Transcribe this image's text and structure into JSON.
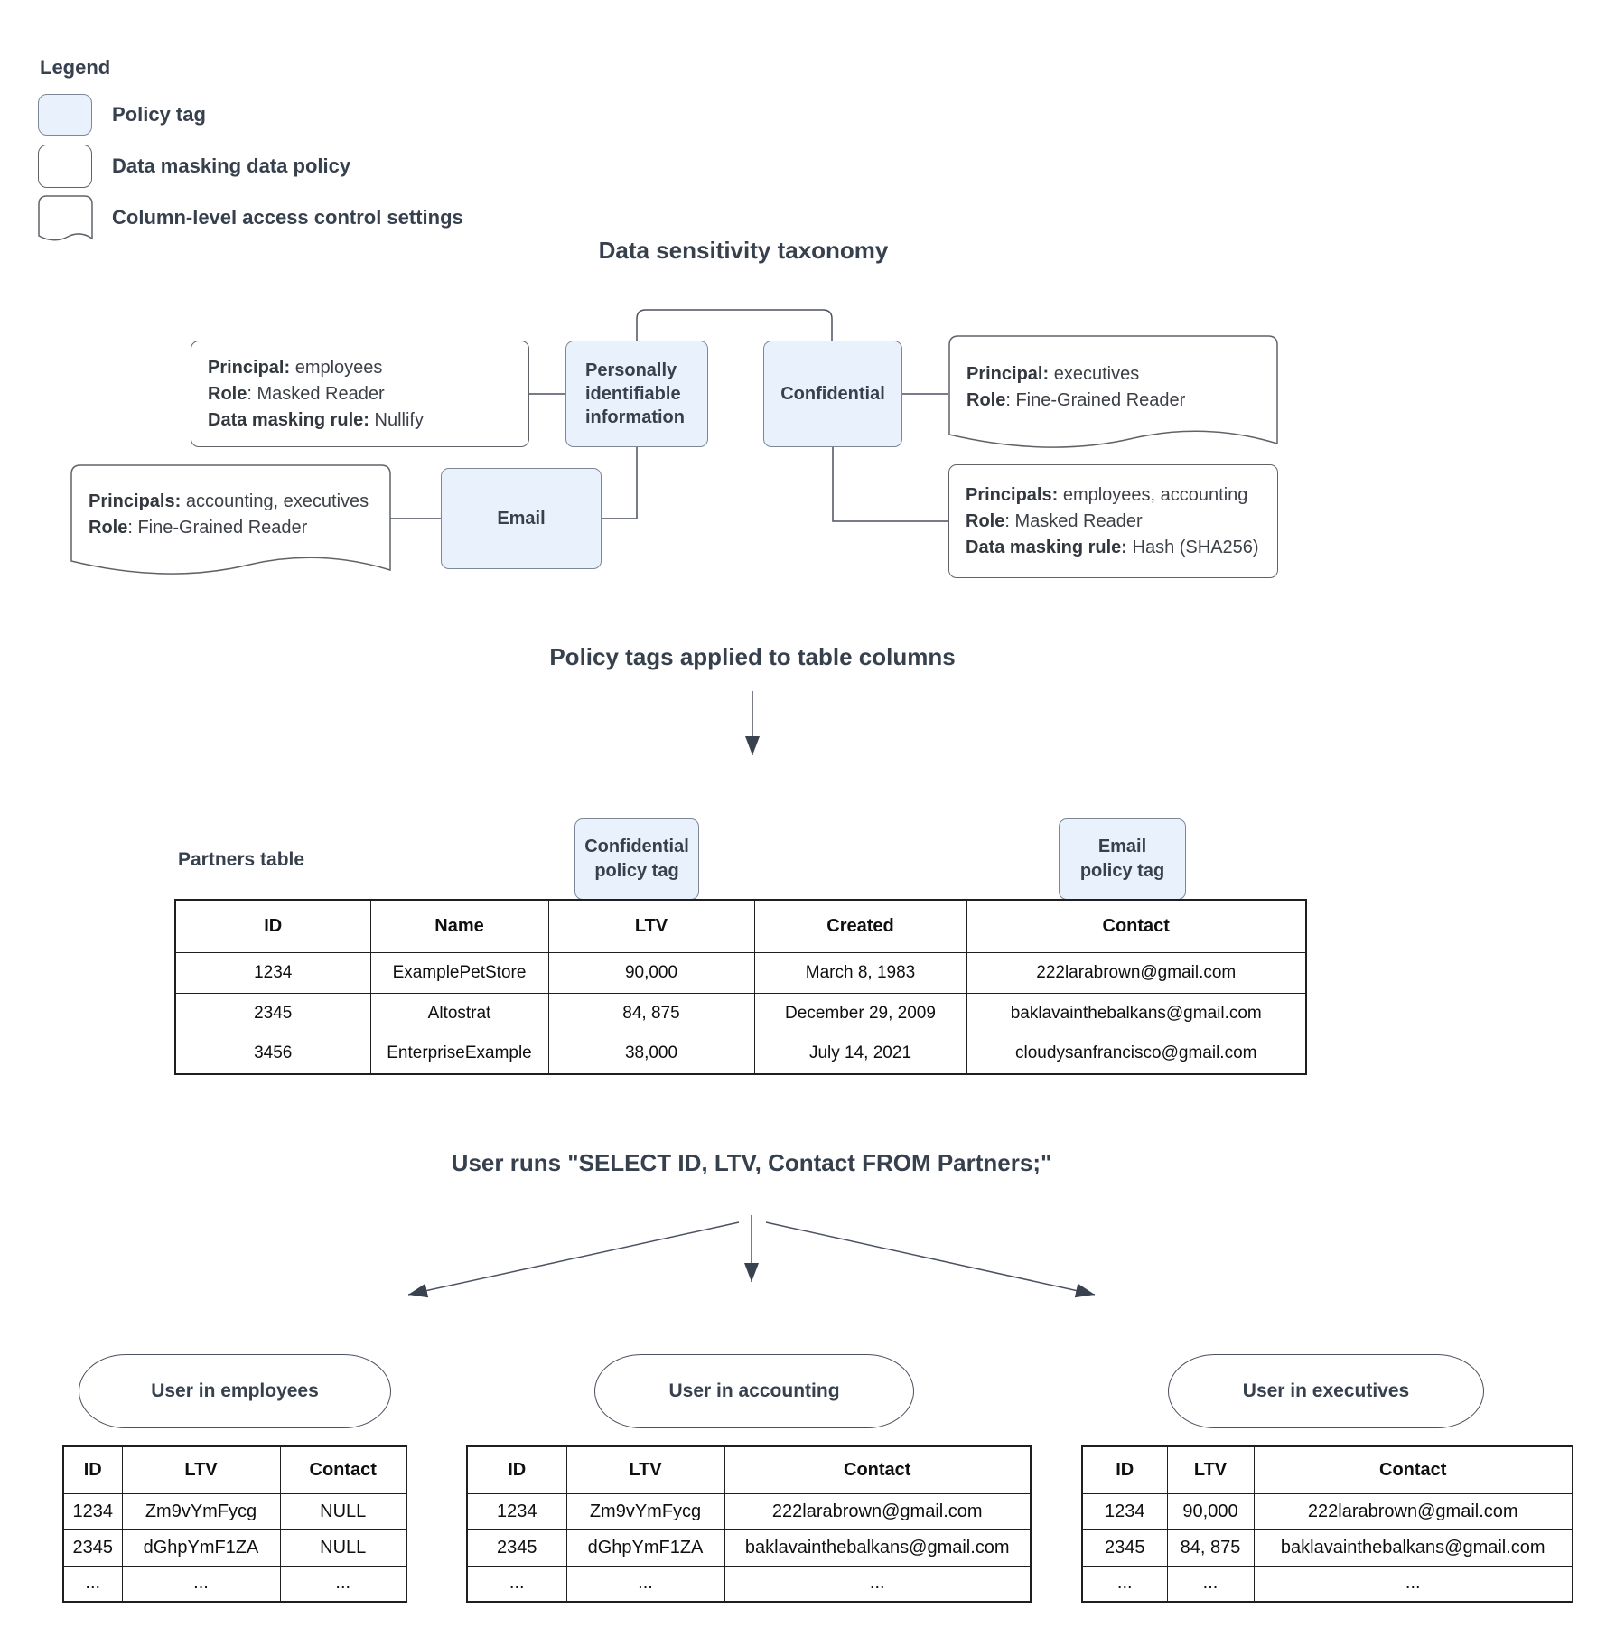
{
  "legend": {
    "title": "Legend",
    "items": [
      {
        "label": "Policy tag"
      },
      {
        "label": "Data masking data policy"
      },
      {
        "label": "Column-level access control settings"
      }
    ]
  },
  "taxonomy": {
    "title": "Data sensitivity taxonomy",
    "pii_label": "Personally identifiable information",
    "confidential_label": "Confidential",
    "email_label": "Email",
    "masking_employees": {
      "l1b": "Principal:",
      "l1r": " employees",
      "l2b": "Role",
      "l2r": ": Masked Reader",
      "l3b": "Data masking rule:",
      "l3r": " Nullify"
    },
    "access_executives": {
      "l1b": "Principal:",
      "l1r": " executives",
      "l2b": "Role",
      "l2r": ": Fine-Grained Reader"
    },
    "access_acct_exec": {
      "l1b": "Principals:",
      "l1r": " accounting, executives",
      "l2b": "Role",
      "l2r": ": Fine-Grained Reader"
    },
    "masking_emp_acct": {
      "l1b": "Principals:",
      "l1r": " employees, accounting",
      "l2b": "Role",
      "l2r": ": Masked Reader",
      "l3b": "Data masking rule:",
      "l3r": " Hash (SHA256)"
    }
  },
  "applied": {
    "title": "Policy tags applied to table columns",
    "confidential_tag_line1": "Confidential",
    "confidential_tag_line2": "policy tag",
    "email_tag_line1": "Email",
    "email_tag_line2": "policy tag",
    "partners_label": "Partners table",
    "partners": {
      "headers": [
        "ID",
        "Name",
        "LTV",
        "Created",
        "Contact"
      ],
      "rows": [
        [
          "1234",
          "ExamplePetStore",
          "90,000",
          "March 8, 1983",
          "222larabrown@gmail.com"
        ],
        [
          "2345",
          "Altostrat",
          "84, 875",
          "December 29, 2009",
          "baklavainthebalkans@gmail.com"
        ],
        [
          "3456",
          "EnterpriseExample",
          "38,000",
          "July 14, 2021",
          "cloudysanfrancisco@gmail.com"
        ]
      ]
    }
  },
  "query": {
    "title": "User runs \"SELECT ID, LTV, Contact FROM Partners;\""
  },
  "results": [
    {
      "group": "User in employees",
      "headers": [
        "ID",
        "LTV",
        "Contact"
      ],
      "rows": [
        [
          "1234",
          "Zm9vYmFycg",
          "NULL"
        ],
        [
          "2345",
          "dGhpYmF1ZA",
          "NULL"
        ],
        [
          "...",
          "...",
          "..."
        ]
      ]
    },
    {
      "group": "User in accounting",
      "headers": [
        "ID",
        "LTV",
        "Contact"
      ],
      "rows": [
        [
          "1234",
          "Zm9vYmFycg",
          "222larabrown@gmail.com"
        ],
        [
          "2345",
          "dGhpYmF1ZA",
          "baklavainthebalkans@gmail.com"
        ],
        [
          "...",
          "...",
          "..."
        ]
      ]
    },
    {
      "group": "User in executives",
      "headers": [
        "ID",
        "LTV",
        "Contact"
      ],
      "rows": [
        [
          "1234",
          "90,000",
          "222larabrown@gmail.com"
        ],
        [
          "2345",
          "84, 875",
          "baklavainthebalkans@gmail.com"
        ],
        [
          "...",
          "...",
          "..."
        ]
      ]
    }
  ],
  "colors": {
    "policy_tag_fill": "#e8f1fc",
    "node_border": "#7d8896",
    "line": "#4a5160",
    "text_dark": "#37414e"
  }
}
